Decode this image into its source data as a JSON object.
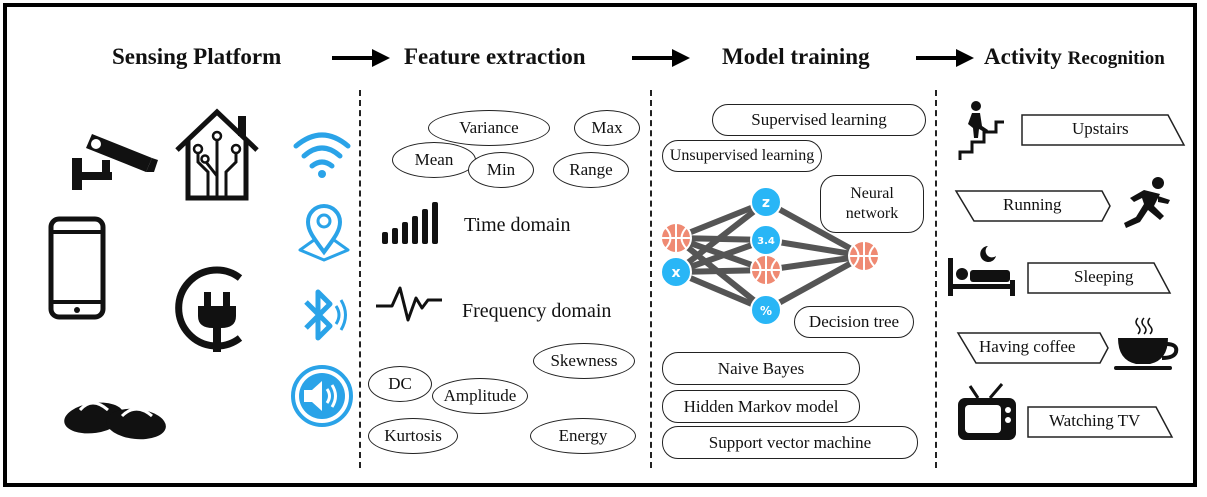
{
  "headers": {
    "sensing": "Sensing Platform",
    "feature": "Feature extraction",
    "model": "Model training",
    "activity_main": "Activity",
    "activity_sub": "Recognition"
  },
  "feature": {
    "statistics": [
      "Variance",
      "Max",
      "Mean",
      "Min",
      "Range"
    ],
    "time_domain": "Time domain",
    "frequency_domain": "Frequency domain",
    "frequency_features": [
      "DC",
      "Amplitude",
      "Skewness",
      "Kurtosis",
      "Energy"
    ]
  },
  "model": {
    "supervised": "Supervised learning",
    "unsupervised": "Unsupervised learning",
    "neural_network": "Neural network",
    "decision_tree": "Decision tree",
    "methods": [
      "Naive Bayes",
      "Hidden Markov model",
      "Support vector machine"
    ],
    "node_labels": [
      "z",
      "3.4",
      "x",
      "%"
    ]
  },
  "activities": [
    "Upstairs",
    "Running",
    "Sleeping",
    "Having coffee",
    "Watching TV"
  ],
  "colors": {
    "node_blue": "#29b6f6",
    "node_ball": "#ef8a73",
    "edge": "#555555",
    "icon_blue": "#2aa3e8"
  },
  "icons": {
    "sensors": [
      "security-camera-icon",
      "smart-home-icon",
      "smartphone-icon",
      "power-plug-icon",
      "slippers-icon"
    ],
    "signals": [
      "wifi-icon",
      "location-pin-icon",
      "bluetooth-icon",
      "speaker-icon"
    ],
    "features": [
      "signal-bars-icon",
      "waveform-icon"
    ],
    "activities": [
      "stairs-person-icon",
      "running-person-icon",
      "sleeping-person-icon",
      "coffee-cup-icon",
      "television-icon"
    ]
  }
}
